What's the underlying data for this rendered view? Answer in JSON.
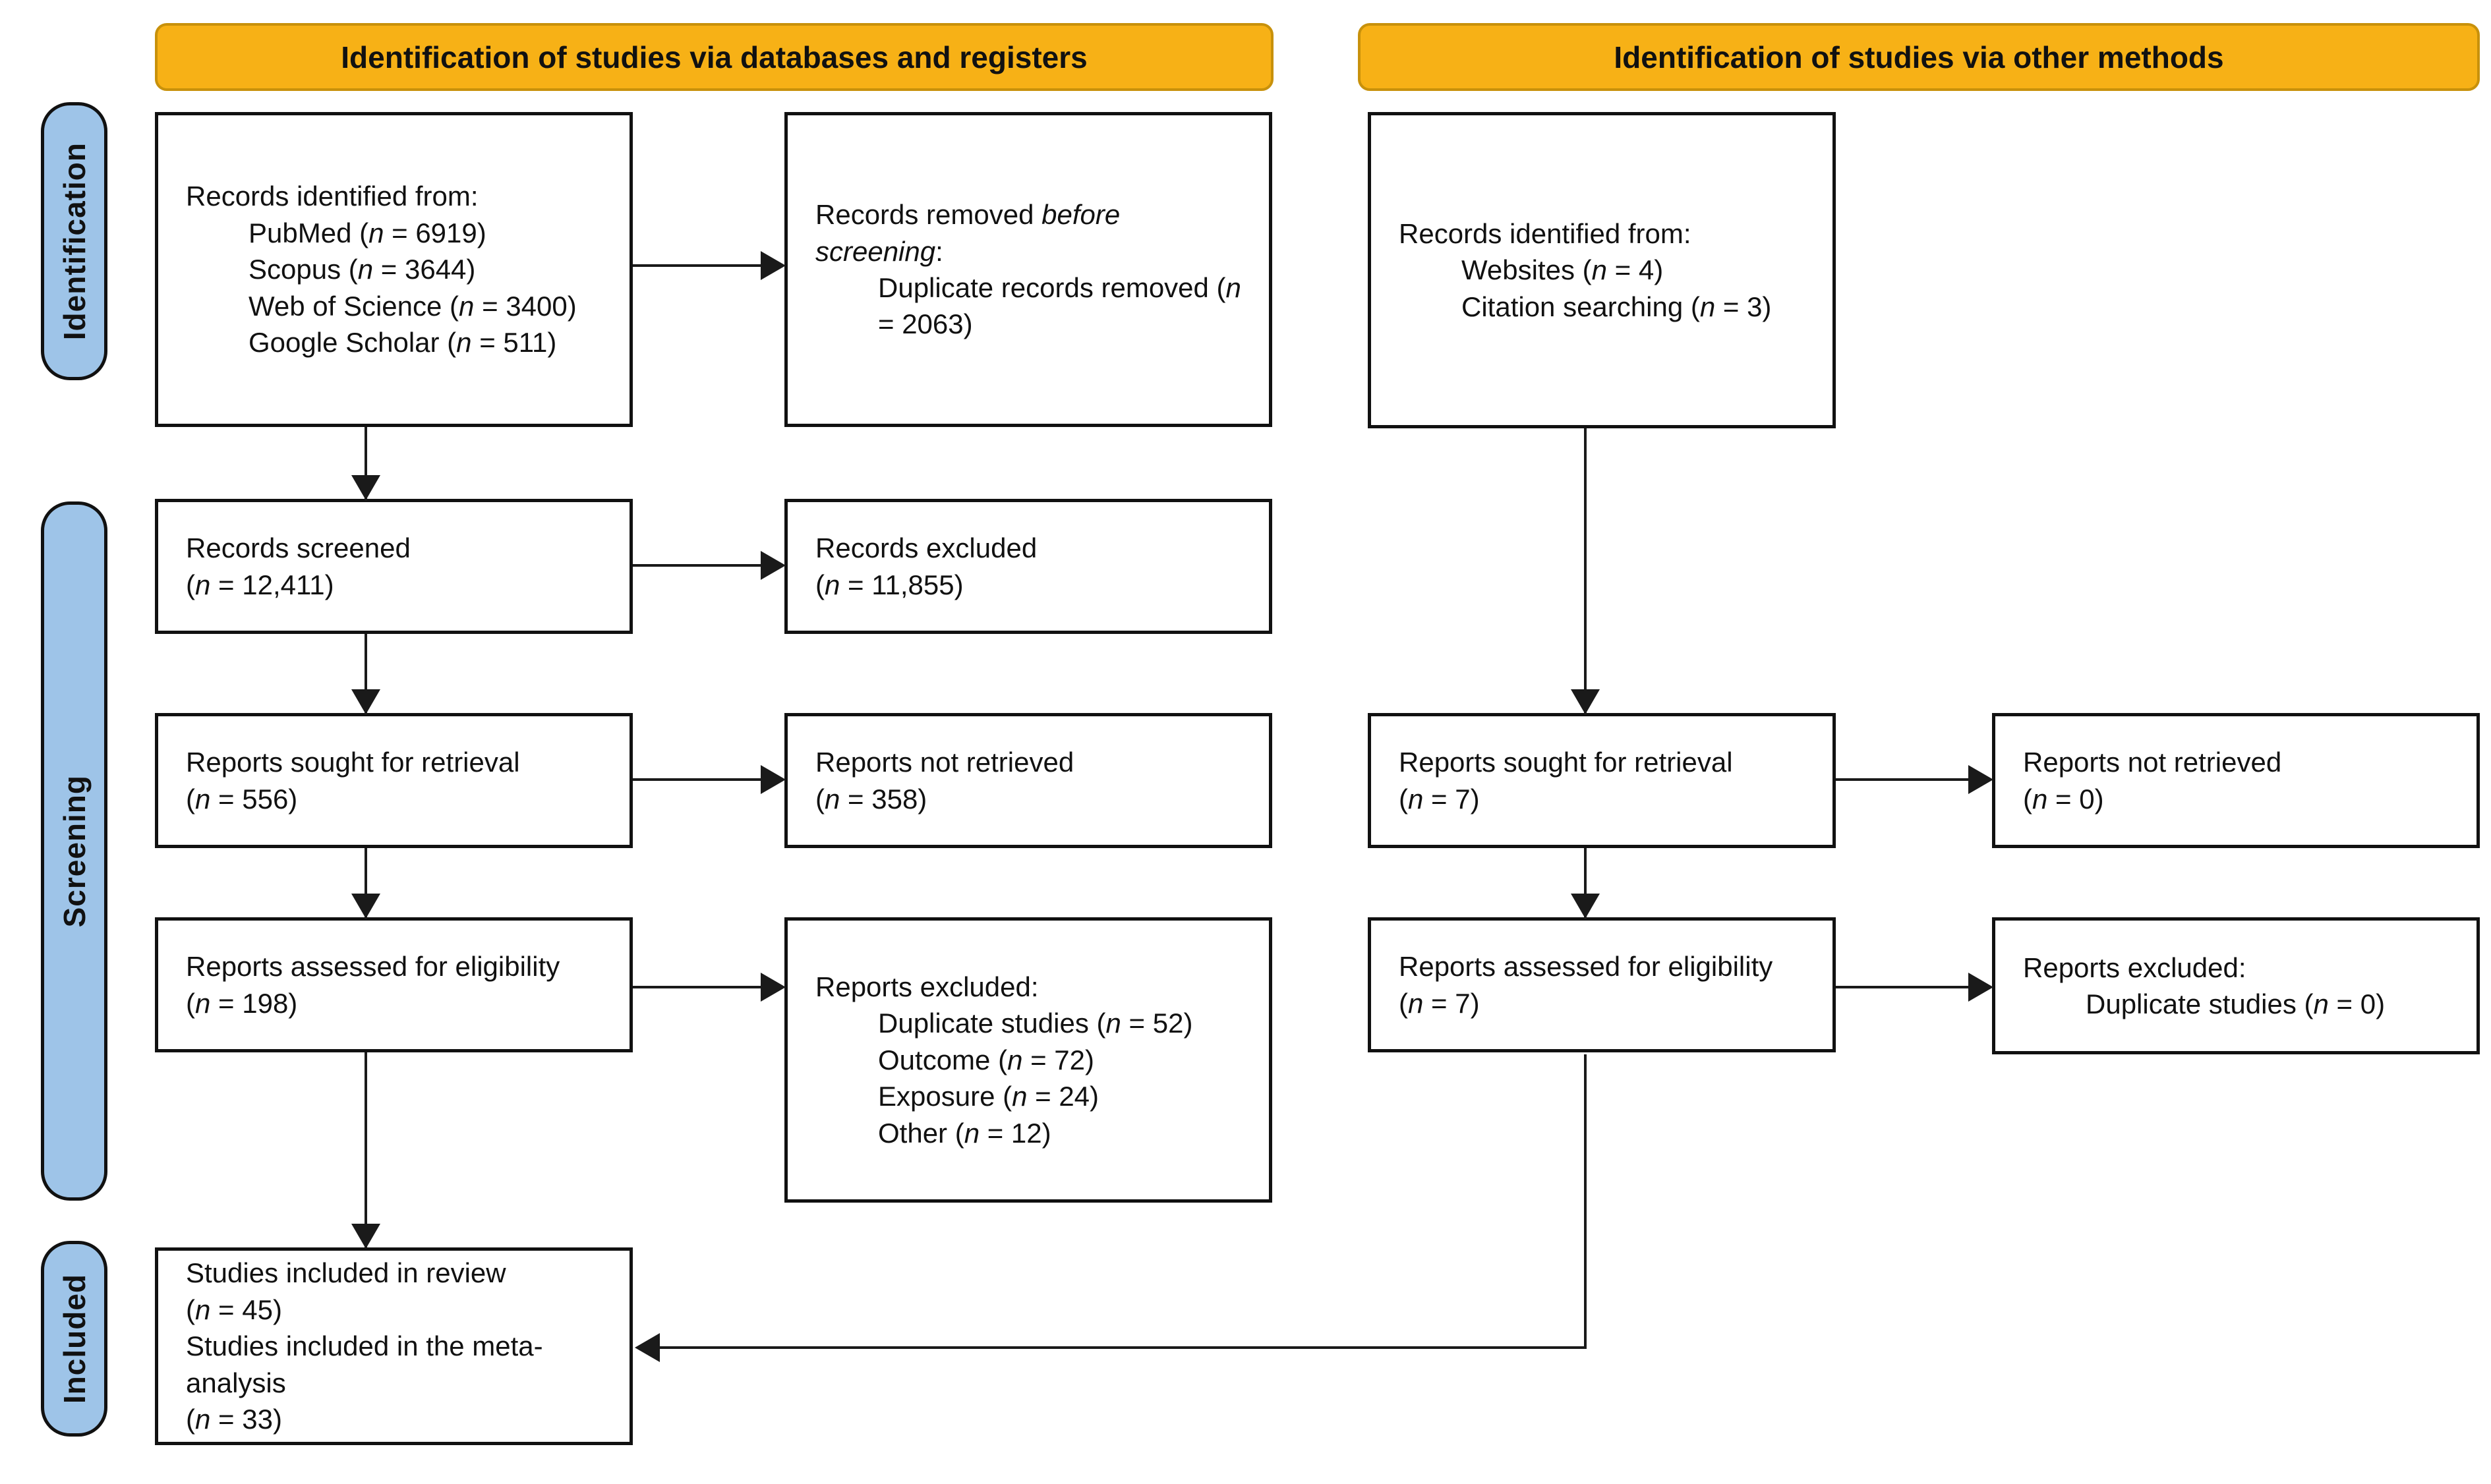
{
  "banners": {
    "databases": "Identification of studies via databases and registers",
    "other": "Identification of studies via other methods"
  },
  "stages": {
    "identification": "Identification",
    "screening": "Screening",
    "included": "Included"
  },
  "colors": {
    "banner-fill": "#F7B116",
    "banner-border": "#C8910B",
    "stage-fill": "#9EC4E8",
    "stage-border": "#111111",
    "box-border": "#111111",
    "line": "#1a1a1a",
    "text": "#111111"
  },
  "boxes": {
    "db_identified": {
      "lines": [
        {
          "text": "Records identified from:"
        },
        {
          "text": "PubMed (n = 6919)",
          "indent": true
        },
        {
          "text": "Scopus (n = 3644)",
          "indent": true
        },
        {
          "text": "Web of Science (n = 3400)",
          "indent": true
        },
        {
          "text": "Google Scholar (n = 511)",
          "indent": true
        }
      ]
    },
    "removed_before": {
      "lines": [
        {
          "text": "Records removed *before screening*:"
        },
        {
          "text": "Duplicate records removed (n = 2063)",
          "indent": true
        }
      ]
    },
    "other_identified": {
      "lines": [
        {
          "text": "Records identified from:"
        },
        {
          "text": "Websites (n = 4)",
          "indent": true
        },
        {
          "text": "Citation searching (n = 3)",
          "indent": true
        }
      ]
    },
    "records_screened": {
      "lines": [
        {
          "text": "Records screened"
        },
        {
          "text": "(n = 12,411)"
        }
      ]
    },
    "records_excluded": {
      "lines": [
        {
          "text": "Records excluded"
        },
        {
          "text": "(n = 11,855)"
        }
      ]
    },
    "reports_sought_db": {
      "lines": [
        {
          "text": "Reports sought for retrieval"
        },
        {
          "text": "(n = 556)"
        }
      ]
    },
    "reports_not_retrieved_db": {
      "lines": [
        {
          "text": "Reports not retrieved"
        },
        {
          "text": "(n = 358)"
        }
      ]
    },
    "reports_sought_other": {
      "lines": [
        {
          "text": "Reports sought for retrieval"
        },
        {
          "text": "(n = 7)"
        }
      ]
    },
    "reports_not_retrieved_other": {
      "lines": [
        {
          "text": "Reports not retrieved"
        },
        {
          "text": "(n = 0)"
        }
      ]
    },
    "reports_assessed_db": {
      "lines": [
        {
          "text": "Reports assessed for eligibility"
        },
        {
          "text": "(n = 198)"
        }
      ]
    },
    "reports_excluded_db": {
      "lines": [
        {
          "text": "Reports excluded:"
        },
        {
          "text": "Duplicate studies (n = 52)",
          "indent": true
        },
        {
          "text": "Outcome (n = 72)",
          "indent": true
        },
        {
          "text": "Exposure (n = 24)",
          "indent": true
        },
        {
          "text": "Other (n = 12)",
          "indent": true
        }
      ]
    },
    "reports_assessed_other": {
      "lines": [
        {
          "text": "Reports assessed for eligibility"
        },
        {
          "text": "(n = 7)"
        }
      ]
    },
    "reports_excluded_other": {
      "lines": [
        {
          "text": "Reports excluded:"
        },
        {
          "text": "Duplicate studies (n = 0)",
          "indent": true
        }
      ]
    },
    "included": {
      "lines": [
        {
          "text": "Studies included in review"
        },
        {
          "text": "(n = 45)"
        },
        {
          "text": "Studies included in the meta-analysis"
        },
        {
          "text": "(n = 33)"
        }
      ]
    }
  }
}
